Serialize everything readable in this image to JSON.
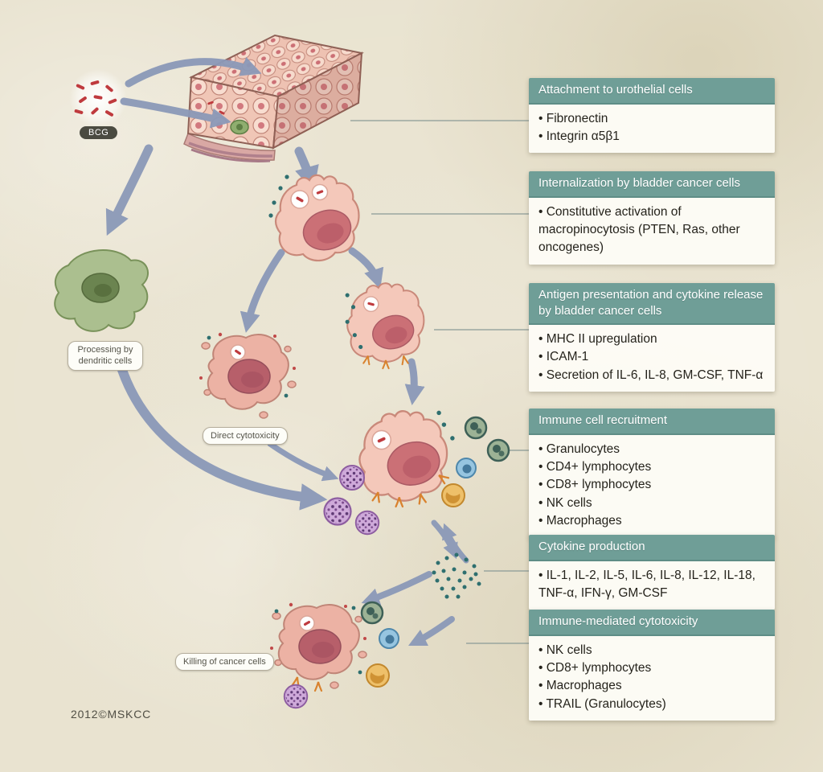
{
  "colors": {
    "background": "#e9e3d0",
    "box_header_teal": "#6f9e97",
    "arrow_blue": "#8b99b8",
    "bcg_red": "#bf3a3e",
    "cytokine_teal": "#2e6f6f",
    "cancer_cell_pink": "#f4c8ba",
    "dendritic_green": "#abbf8f"
  },
  "labels": {
    "bcg": "BCG",
    "processing_by_dendritic_cells": "Processing by dendritic cells",
    "direct_cytotoxicity": "Direct cytotoxicity",
    "killing_of_cancer_cells": "Killing of cancer cells",
    "credit": "2012©MSKCC"
  },
  "info_boxes": [
    {
      "title": "Attachment to urothelial cells",
      "items": [
        "Fibronectin",
        "Integrin α5β1"
      ]
    },
    {
      "title": "Internalization by bladder cancer cells",
      "items": [
        "Constitutive activation of macropinocytosis (PTEN, Ras, other oncogenes)"
      ]
    },
    {
      "title": "Antigen presentation and cytokine release by bladder cancer cells",
      "items": [
        "MHC II upregulation",
        "ICAM-1",
        "Secretion of IL-6, IL-8, GM-CSF, TNF-α"
      ]
    },
    {
      "title": "Immune cell recruitment",
      "items": [
        "Granulocytes",
        "CD4+ lymphocytes",
        "CD8+ lymphocytes",
        "NK cells",
        "Macrophages"
      ]
    },
    {
      "title": "Cytokine production",
      "items": [
        "IL-1, IL-2, IL-5, IL-6, IL-8, IL-12, IL-18, TNF-α, IFN-γ, GM-CSF"
      ]
    },
    {
      "title": "Immune-mediated cytotoxicity",
      "items": [
        "NK cells",
        "CD8+ lymphocytes",
        "Macrophages",
        "TRAIL (Granulocytes)"
      ]
    }
  ]
}
